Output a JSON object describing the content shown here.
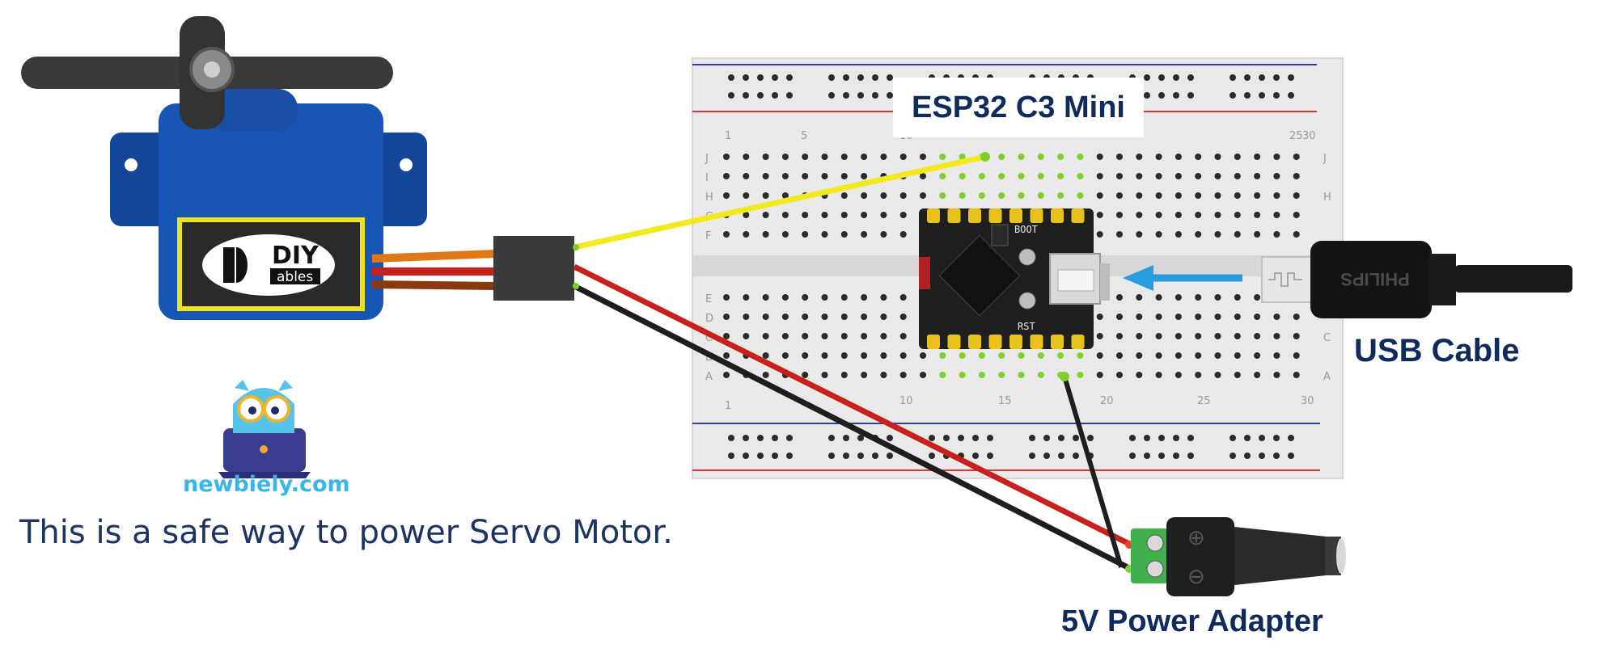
{
  "labels": {
    "board": "ESP32 C3 Mini",
    "usb_cable": "USB Cable",
    "power_adapter": "5V Power Adapter",
    "site": "newbiely.com",
    "caption": "This is a safe way to power Servo Motor."
  },
  "servo": {
    "brand_line1": "DIY",
    "brand_line2": "ables"
  },
  "breadboard": {
    "row_letters_top": [
      "J",
      "I",
      "H",
      "G",
      "F"
    ],
    "row_letters_bottom": [
      "E",
      "D",
      "C",
      "B",
      "A"
    ],
    "col_numbers": [
      "1",
      "5",
      "10",
      "15",
      "20",
      "25",
      "30"
    ]
  },
  "board_marks": {
    "boot": "BOOT",
    "rst": "RST"
  },
  "cable_brand": "PHILIPS",
  "adapter_marks": {
    "plus": "⊕",
    "minus": "⊖"
  },
  "colors": {
    "signal_wire": "#f2ea1e",
    "power_wire": "#c8201e",
    "ground_wire": "#1e1e1e",
    "usb_arrow": "#2a9de0",
    "label_text": "#0f2a5c",
    "breadboard": "#ececec"
  }
}
